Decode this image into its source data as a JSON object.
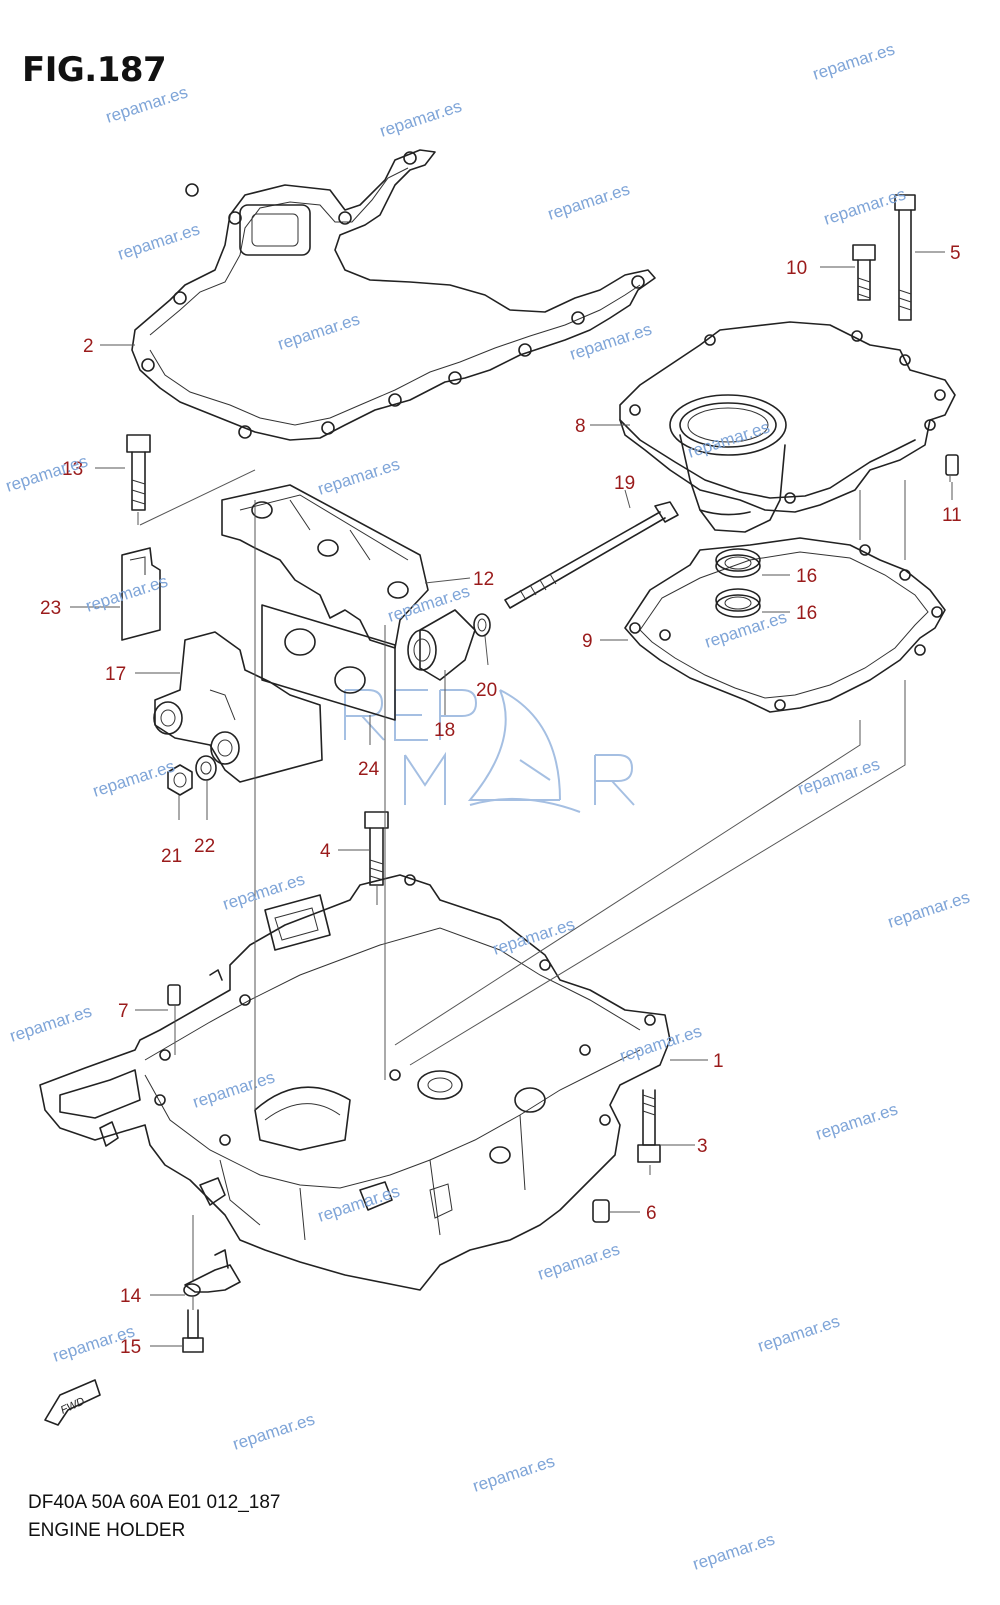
{
  "figure": {
    "title": "FIG.187",
    "model": "DF40A 50A 60A E01 012_187",
    "caption": "ENGINE HOLDER"
  },
  "callouts": [
    "1",
    "2",
    "3",
    "4",
    "5",
    "6",
    "7",
    "8",
    "9",
    "10",
    "11",
    "12",
    "13",
    "14",
    "15",
    "16",
    "16",
    "17",
    "18",
    "19",
    "20",
    "21",
    "22",
    "23",
    "24"
  ],
  "watermark": {
    "text": "repamar.es",
    "logo_text": "REPMAR"
  },
  "fwd_label": "FWD",
  "colors": {
    "callout": "#9a1b1b",
    "watermark": "#7fa5d8",
    "line": "#222222"
  }
}
